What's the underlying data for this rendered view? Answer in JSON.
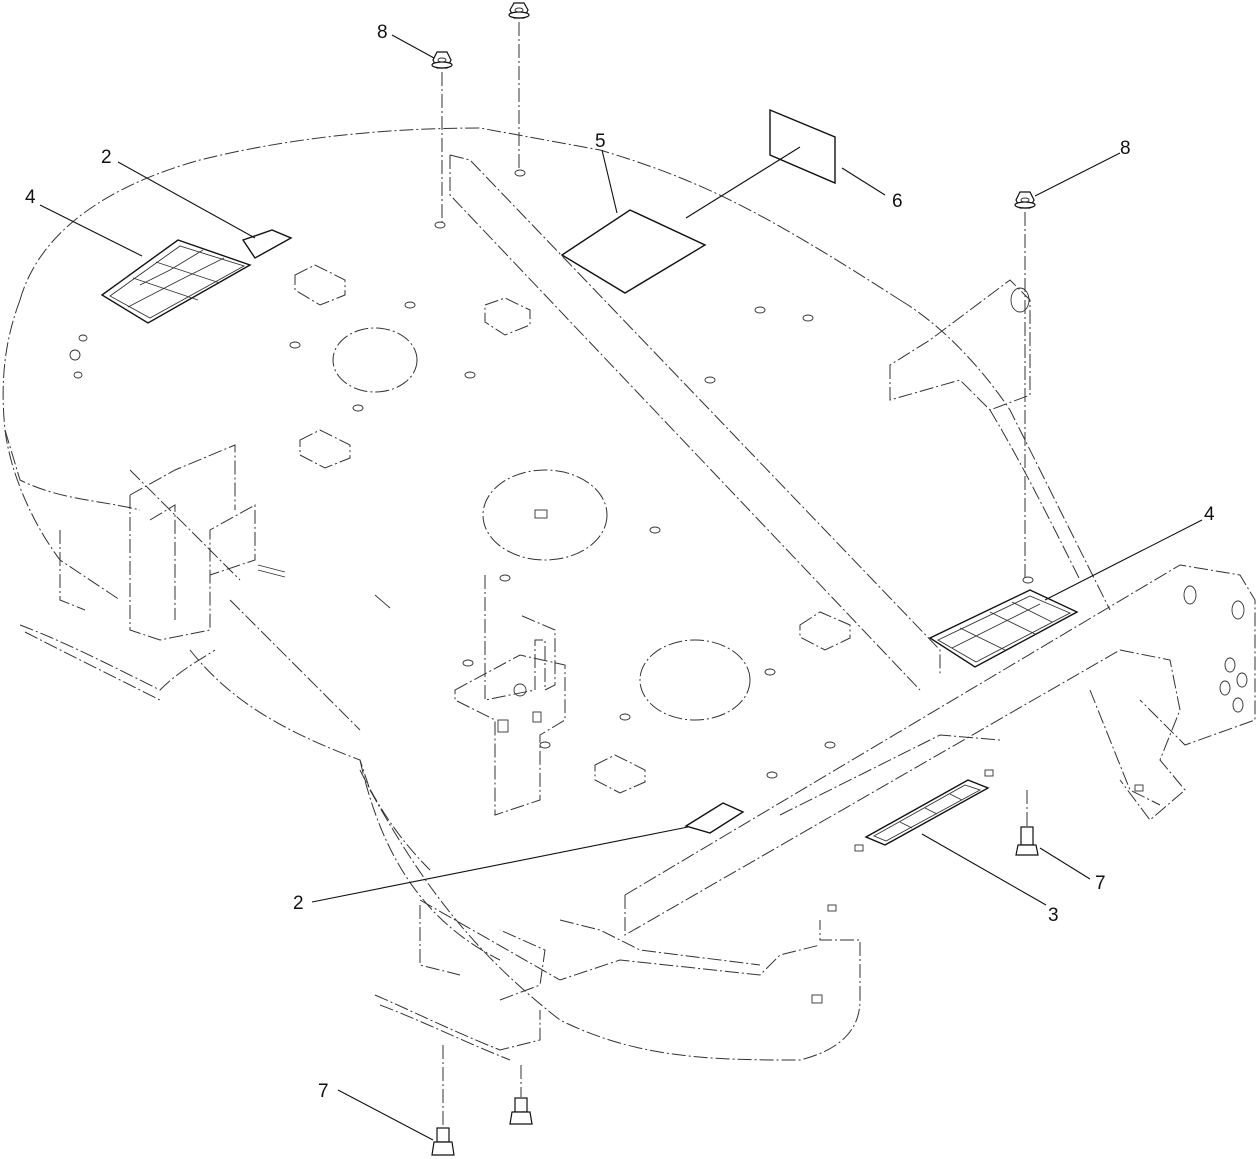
{
  "callouts": [
    {
      "id": "c8a",
      "label": "8"
    },
    {
      "id": "c2a",
      "label": "2"
    },
    {
      "id": "c4a",
      "label": "4"
    },
    {
      "id": "c5",
      "label": "5"
    },
    {
      "id": "c6",
      "label": "6"
    },
    {
      "id": "c8b",
      "label": "8"
    },
    {
      "id": "c4b",
      "label": "4"
    },
    {
      "id": "c2b",
      "label": "2"
    },
    {
      "id": "c3",
      "label": "3"
    },
    {
      "id": "c7a",
      "label": "7"
    },
    {
      "id": "c7b",
      "label": "7"
    }
  ],
  "colors": {
    "line": "#222222",
    "background": "#ffffff"
  }
}
